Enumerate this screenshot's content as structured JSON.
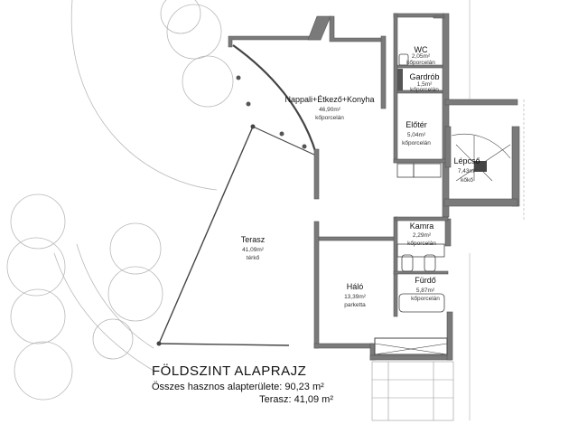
{
  "caption": {
    "title": "FÖLDSZINT ALAPRAJZ",
    "total_area": "Összes hasznos alapterülete: 90,23 m²",
    "terrace_area": "Terasz: 41,09 m²"
  },
  "rooms": {
    "living": {
      "name": "Nappali+Étkező+Konyha",
      "area": "46,90m²",
      "floor": "kőporcelán"
    },
    "wc": {
      "name": "WC",
      "area": "2,05m²",
      "floor": "kőporcelán"
    },
    "wardrobe": {
      "name": "Gardrób",
      "area": "1,5m²",
      "floor": "kőporcelán"
    },
    "hall": {
      "name": "Előtér",
      "area": "5,04m²",
      "floor": "kőporcelán"
    },
    "stairs": {
      "name": "Lépcső",
      "area": "7,43m²",
      "floor": "kőkő"
    },
    "terrace": {
      "name": "Terasz",
      "area": "41,09m²",
      "floor": "térkő"
    },
    "pantry": {
      "name": "Kamra",
      "area": "2,29m²",
      "floor": "kőporcelán"
    },
    "bedroom": {
      "name": "Háló",
      "area": "13,39m²",
      "floor": "parketta"
    },
    "bathroom": {
      "name": "Fürdő",
      "area": "5,87m²",
      "floor": "kőporcelán"
    }
  },
  "colors": {
    "wall": "#7a7a7a",
    "line": "#444444",
    "tree": "#b9b9b9",
    "background": "#ffffff"
  }
}
